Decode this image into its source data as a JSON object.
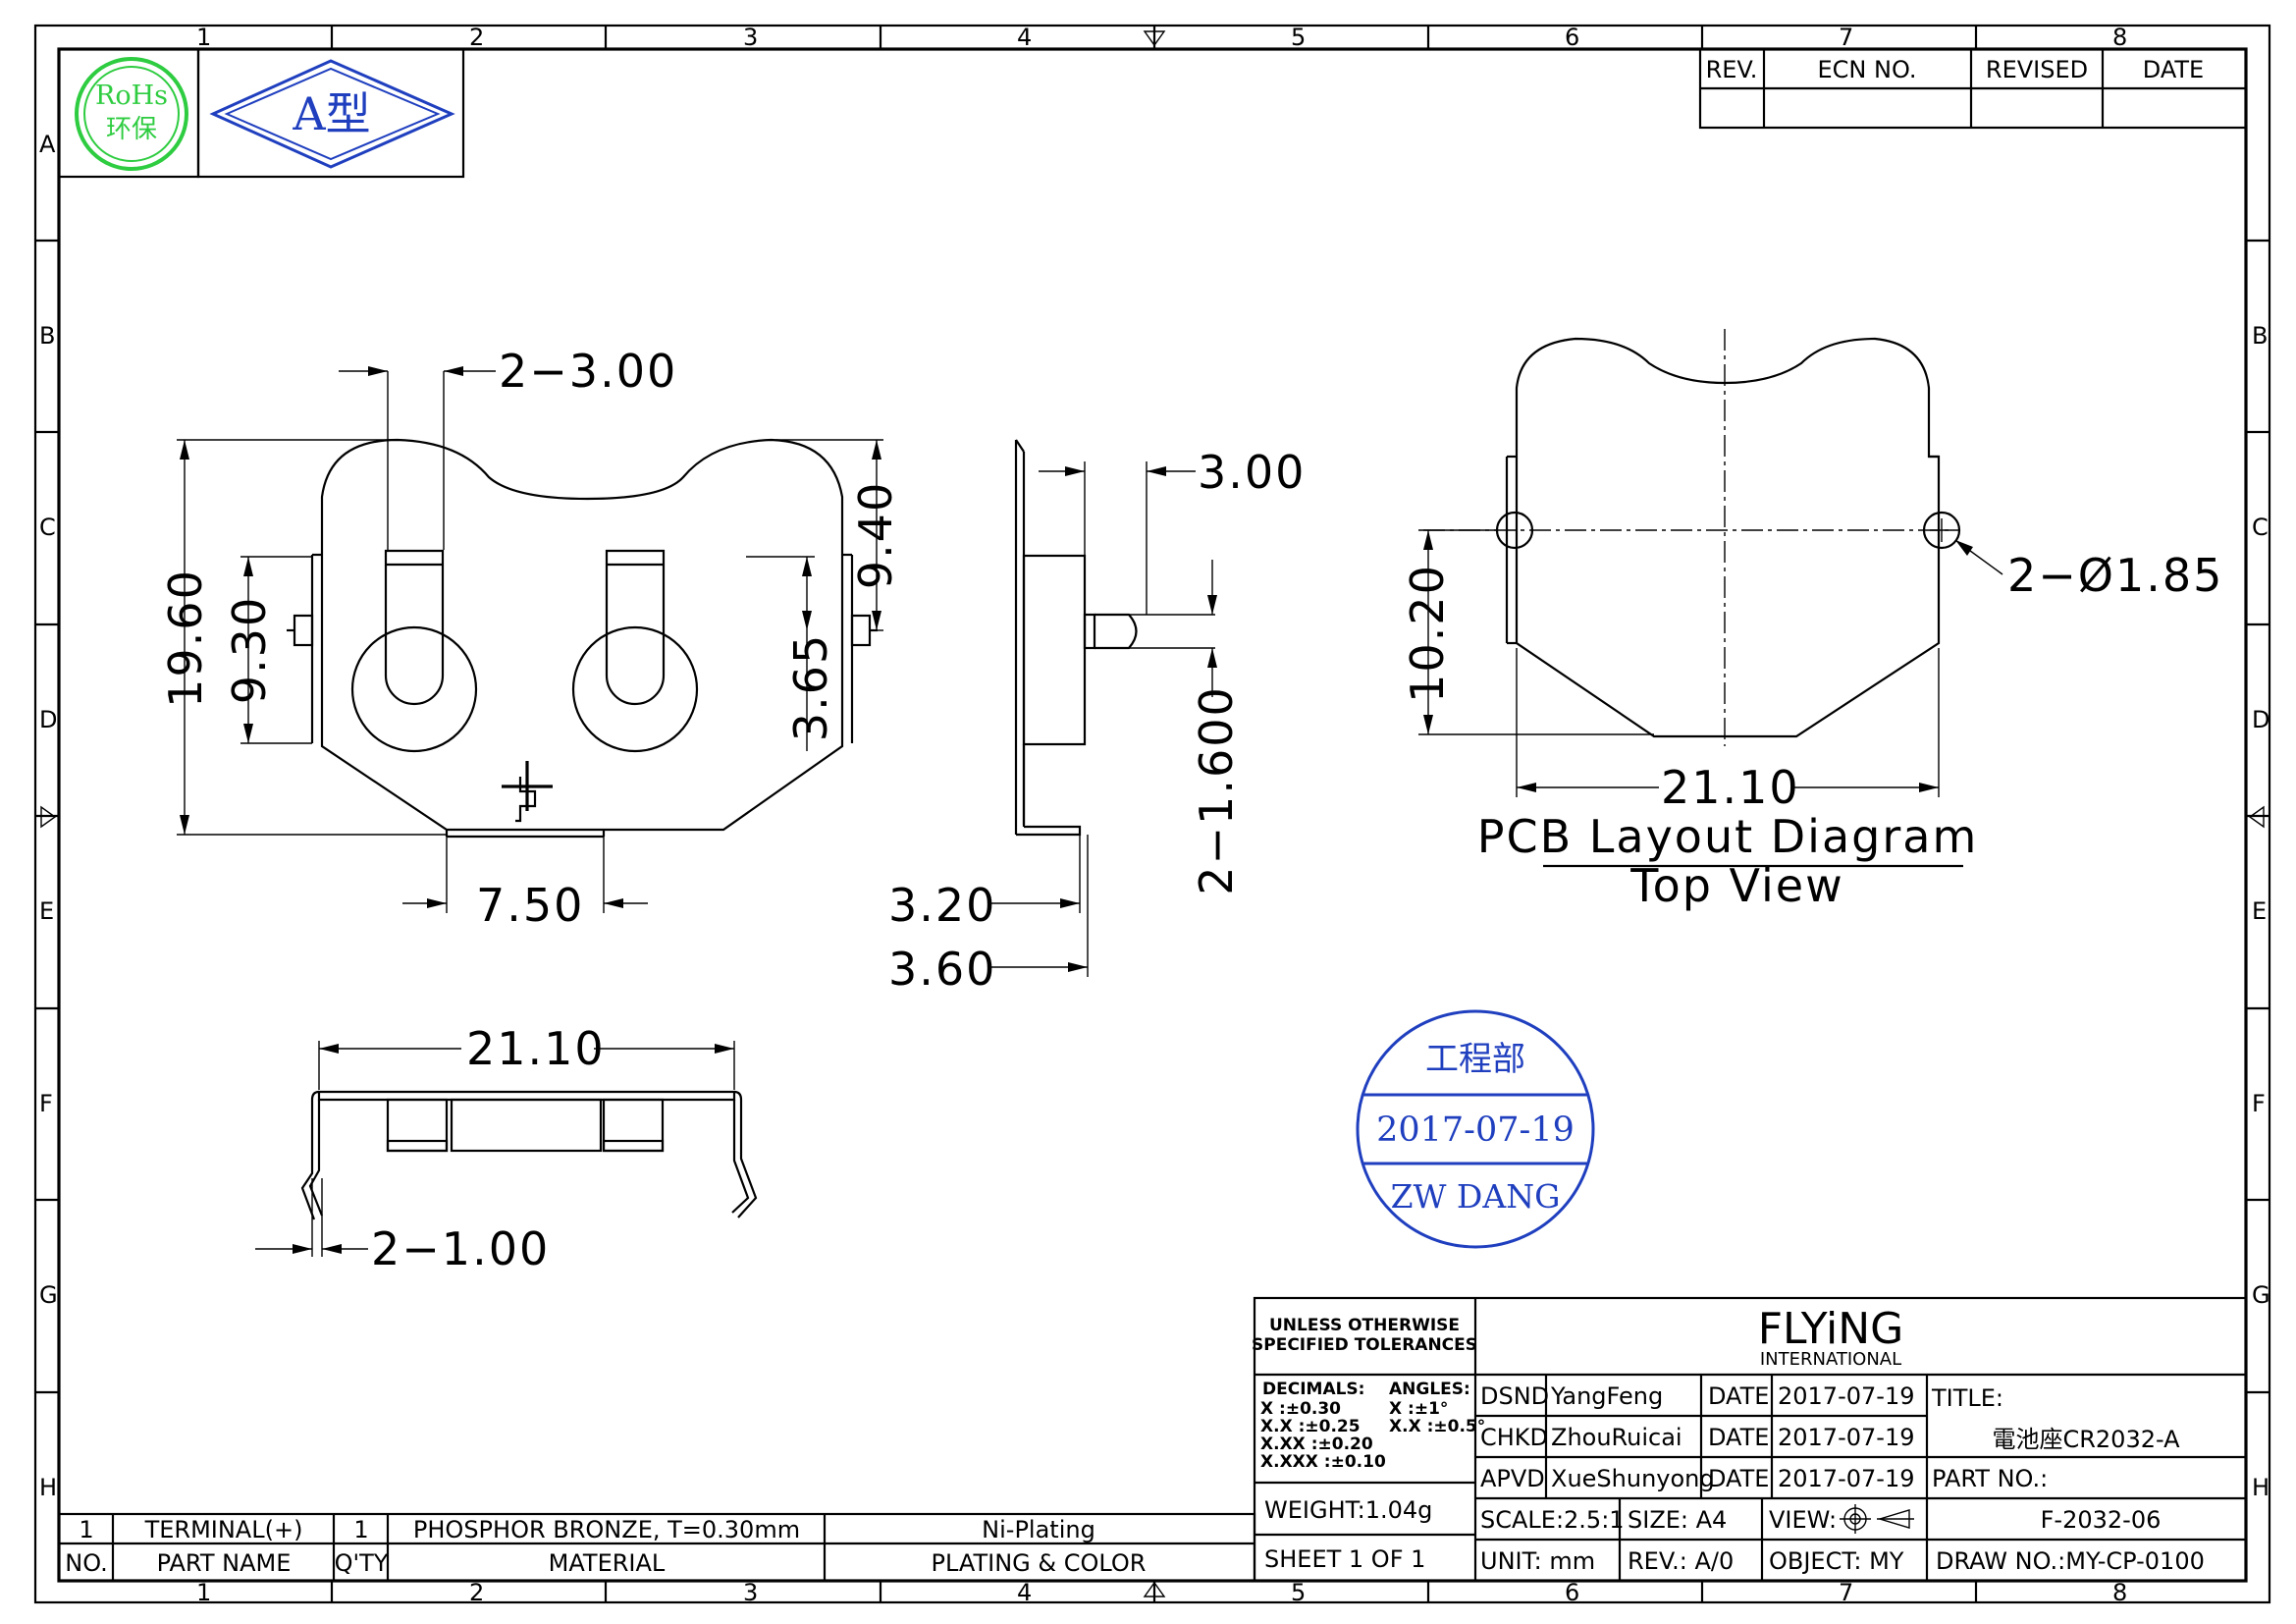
{
  "badges": {
    "rohs_line1": "RoHs",
    "rohs_line2": "环保",
    "type_label": "A型"
  },
  "grid": {
    "columns": [
      "1",
      "2",
      "3",
      "4",
      "5",
      "6",
      "7",
      "8"
    ],
    "rows": [
      "A",
      "B",
      "C",
      "D",
      "E",
      "F",
      "G",
      "H"
    ]
  },
  "revision_table": {
    "headers": [
      "REV.",
      "ECN NO.",
      "REVISED",
      "DATE"
    ]
  },
  "dimensions": {
    "front_top_width": "2−3.00",
    "front_height": "19.60",
    "front_inner": "9.30",
    "front_right_top": "9.40",
    "front_right_low": "3.65",
    "front_bottom": "7.50",
    "side_top": "3.00",
    "side_pin": "2−1.600",
    "side_3_20": "3.20",
    "side_3_60": "3.60",
    "bottom_width": "21.10",
    "bottom_lead": "2−1.00",
    "pcb_height": "10.20",
    "pcb_hole": "2−Ø1.85",
    "pcb_width": "21.10"
  },
  "pcb_view": {
    "title": "PCB Layout Diagram",
    "subtitle": "Top View"
  },
  "stamp": {
    "dept": "工程部",
    "date": "2017-07-19",
    "name": "ZW DANG"
  },
  "title_block": {
    "tolerance_title_1": "UNLESS OTHERWISE",
    "tolerance_title_2": "SPECIFIED TOLERANCES",
    "decimals_label": "DECIMALS:",
    "angles_label": "ANGLES:",
    "tol_x": "X      :±0.30",
    "tol_xx": "X.X    :±0.25",
    "tol_xxx": "X.XX   :±0.20",
    "tol_xxxx": "X.XXX :±0.10",
    "ang_x": "X    :±1°",
    "ang_xx": "X.X :±0.5°",
    "weight": "WEIGHT:1.04g",
    "sheet": "SHEET  1  OF  1",
    "company": "FLYiNG",
    "company_sub": "INTERNATIONAL",
    "dsnd_label": "DSND",
    "dsnd_name": "YangFeng",
    "chkd_label": "CHKD",
    "chkd_name": "ZhouRuicai",
    "apvd_label": "APVD",
    "apvd_name": "XueShunyong",
    "date_label": "DATE",
    "date_value": "2017-07-19",
    "title_label": "TITLE:",
    "title_value": "電池座CR2032-A",
    "part_label": "PART  NO.:",
    "part_value": "F-2032-06",
    "scale": "SCALE:2.5:1",
    "size": "SIZE:  A4",
    "view": "VIEW:",
    "unit": "UNIT:  mm",
    "rev": "REV.:  A/0",
    "object": "OBJECT:  MY",
    "draw_no": "DRAW  NO.:MY-CP-0100"
  },
  "bom": {
    "row_no": "1",
    "row_name": "TERMINAL(+)",
    "row_qty": "1",
    "row_material": "PHOSPHOR  BRONZE, T=0.30mm",
    "row_plating": "Ni-Plating",
    "head_no": "NO.",
    "head_name": "PART  NAME",
    "head_qty": "Q'TY",
    "head_material": "MATERIAL",
    "head_plating": "PLATING  &  COLOR"
  }
}
